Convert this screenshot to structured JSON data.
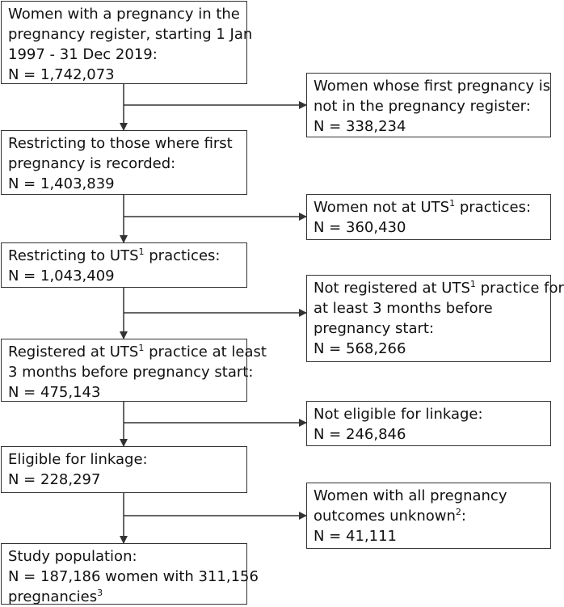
{
  "main_boxes": [
    {
      "lines": [
        "Women with a pregnancy in the",
        "pregnancy register,  starting 1 Jan",
        "1997 - 31  Dec 2019:",
        "N = 1,742,073"
      ]
    },
    {
      "lines": [
        "Restricting to those where first",
        "pregnancy is recorded:",
        "N = 1,403,839"
      ]
    },
    {
      "lines": [
        "Restricting to UTS|1| practices:",
        "N = 1,043,409"
      ]
    },
    {
      "lines": [
        "Registered at UTS|1| practice at least",
        "3 months before pregnancy start:",
        "N = 475,143"
      ]
    },
    {
      "lines": [
        "Eligible for linkage:",
        "N = 228,297"
      ]
    },
    {
      "lines": [
        "Study population:",
        "N = 187,186 women with 311,156",
        "pregnancies|3|"
      ]
    }
  ],
  "exclusion_boxes": [
    {
      "lines": [
        "Women whose first pregnancy is",
        "not in the pregnancy register:",
        "N = 338,234"
      ]
    },
    {
      "lines": [
        "Women not at UTS|1| practices:",
        "N = 360,430"
      ]
    },
    {
      "lines": [
        "Not registered at UTS|1| practice for",
        "at least 3 months before",
        "pregnancy start:",
        "N = 568,266"
      ]
    },
    {
      "lines": [
        "Not eligible for linkage:",
        "N = 246,846"
      ]
    },
    {
      "lines": [
        "Women with all pregnancy",
        "outcomes unknown|2|:",
        "N = 41,111"
      ]
    }
  ]
}
